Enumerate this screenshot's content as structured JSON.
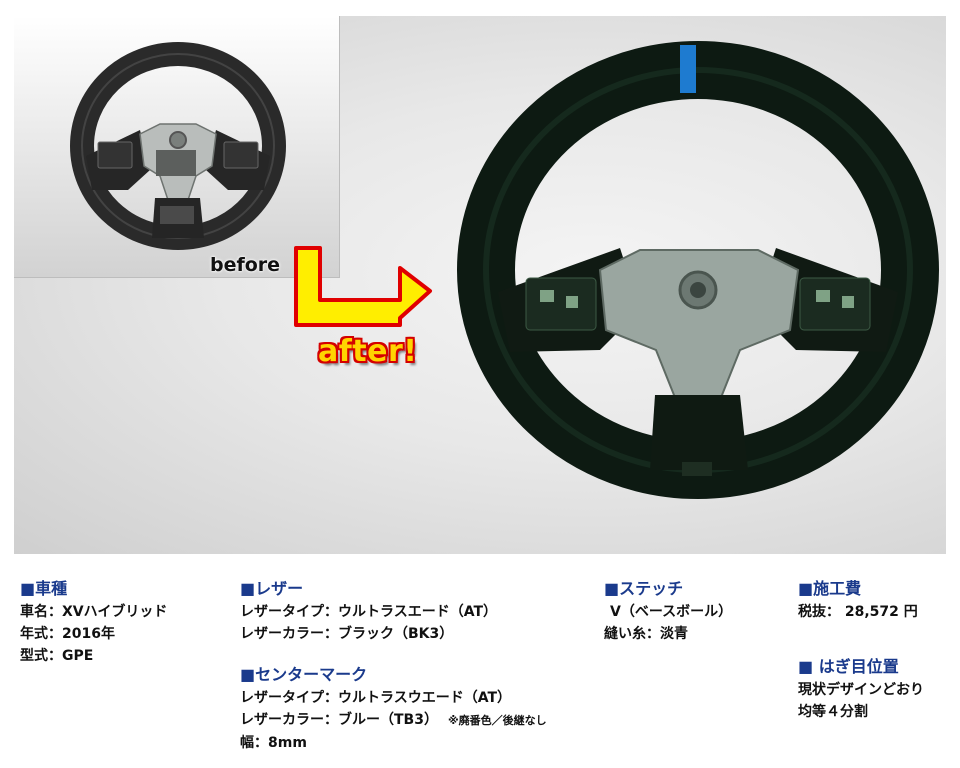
{
  "photos": {
    "before_label": "before",
    "after_label": "after!",
    "stripe_color": "#1e7bd0",
    "arrow_fill": "#ffee00",
    "arrow_outline": "#e00000"
  },
  "vehicle": {
    "heading": "■車種",
    "name": "車名：XVハイブリッド",
    "year": "年式：2016年",
    "model": "型式：GPE"
  },
  "leather": {
    "heading": "■レザー",
    "type": "レザータイプ：ウルトラスエード（AT）",
    "color": "レザーカラー：ブラック（BK3）"
  },
  "center_mark": {
    "heading": "■センターマーク",
    "type": "レザータイプ：ウルトラスウエード（AT）",
    "color": "レザーカラー：ブルー（TB3）",
    "note": "※廃番色／後継なし",
    "width": "幅：8mm"
  },
  "stitch": {
    "heading": "■ステッチ",
    "style": "V（ベースボール）",
    "thread": "縫い糸：淡青"
  },
  "cost": {
    "heading": "■施工費",
    "price": "税抜： 28,572 円"
  },
  "seam": {
    "heading": "■ はぎ目位置",
    "line1": "現状デザインどおり",
    "line2": "均等４分割"
  }
}
